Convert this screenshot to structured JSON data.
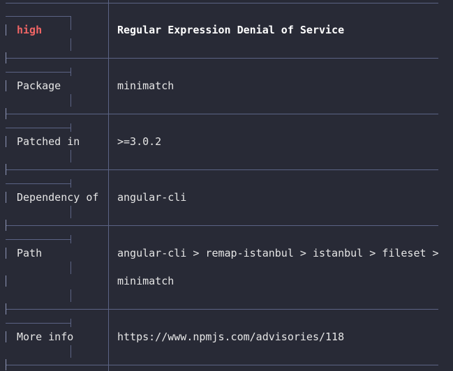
{
  "advisory": {
    "severity": "high",
    "title": "Regular Expression Denial of Service",
    "rows": [
      {
        "label": "Package",
        "value": "minimatch"
      },
      {
        "label": "Patched in",
        "value": ">=3.0.2"
      },
      {
        "label": "Dependency of",
        "value": "angular-cli"
      },
      {
        "label": "Path",
        "value": "angular-cli > remap-istanbul > istanbul > fileset >",
        "value2": "minimatch"
      },
      {
        "label": "More info",
        "value": "https://www.npmjs.com/advisories/118"
      }
    ]
  },
  "colors": {
    "background": "#282a36",
    "text": "#e6e6e6",
    "severity_high": "#f06565",
    "table_border": "#5c6485"
  }
}
